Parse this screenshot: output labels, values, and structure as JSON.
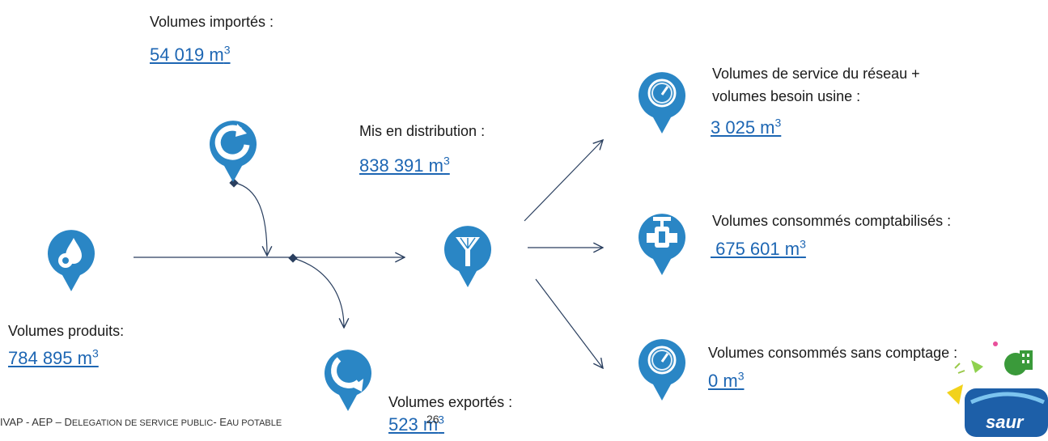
{
  "nodes": {
    "importes": {
      "label": "Volumes importés :",
      "value": "54 019 m",
      "unit_exp": "3"
    },
    "distribution": {
      "label": "Mis en distribution :",
      "value": "838 391 m",
      "unit_exp": "3"
    },
    "produits": {
      "label": "Volumes produits:",
      "value": "784 895 m",
      "unit_exp": "3"
    },
    "exportes": {
      "label": "Volumes exportés :",
      "value": "523 m",
      "unit_exp": "3"
    },
    "service": {
      "label_line1": "Volumes de service du réseau +",
      "label_line2": "volumes besoin usine  :",
      "value": "3 025 m",
      "unit_exp": "3"
    },
    "comptabilises": {
      "label": "Volumes consommés comptabilisés :",
      "value": " 675 601 m",
      "unit_exp": "3"
    },
    "sans_comptage": {
      "label": "Volumes consommés sans comptage :",
      "value": "0 m",
      "unit_exp": "3"
    }
  },
  "icons": [
    "water-drop-gear-icon",
    "import-arrow-icon",
    "distribution-funnel-icon",
    "export-arrow-icon",
    "gauge-icon",
    "water-meter-icon"
  ],
  "colors": {
    "icon_blue": "#2a86c5",
    "value_blue": "#1d66b3",
    "line": "#2a3f5f"
  },
  "footer": {
    "prefix": "IVAP - AEP – D",
    "caps1": "ELEGATION DE SERVICE PUBLIC",
    "mid": "- E",
    "caps2": "AU POTABLE",
    "page": "26"
  },
  "logo": {
    "text": "saur"
  }
}
